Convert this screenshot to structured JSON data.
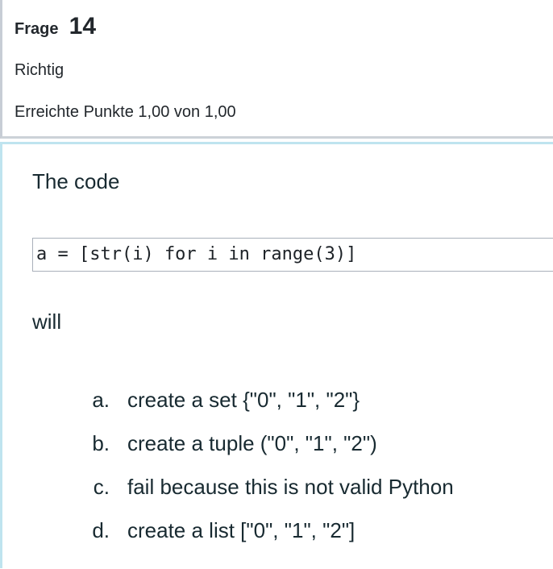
{
  "question": {
    "label": "Frage",
    "number": "14",
    "state": "Richtig",
    "grade": "Erreichte Punkte 1,00 von 1,00",
    "intro": "The code",
    "code": "a = [str(i) for i in range(3)]",
    "after_code": "will",
    "options": [
      {
        "letter": "a.",
        "text": "create a set {\"0\", \"1\", \"2\"}"
      },
      {
        "letter": "b.",
        "text": "create a tuple (\"0\", \"1\", \"2\")"
      },
      {
        "letter": "c.",
        "text": "fail because this is not valid Python"
      },
      {
        "letter": "d.",
        "text": "create a list [\"0\", \"1\", \"2\"]"
      }
    ]
  },
  "colors": {
    "info_border": "#c7cdd5",
    "content_border": "#bfe4ef",
    "code_border": "#a9b0ba",
    "header_text": "#22272c",
    "body_text": "#182a31"
  }
}
